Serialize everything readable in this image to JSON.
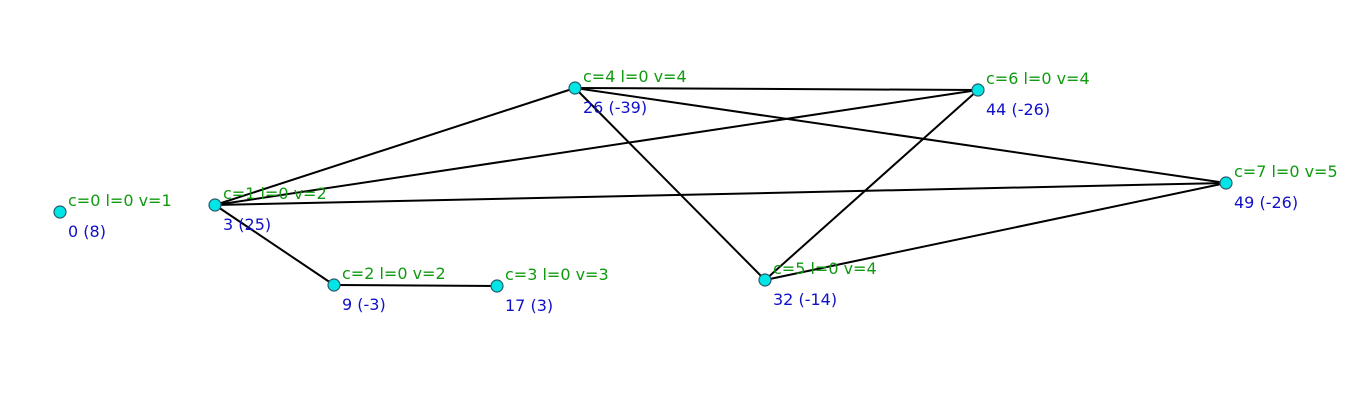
{
  "colors": {
    "background": "#ffffff",
    "edge": "#000000",
    "node_fill": "#00e5e5",
    "label_top": "#109a10",
    "label_bottom": "#1010c8"
  },
  "nodes": [
    {
      "id": 0,
      "top_label": "c=0 l=0 v=1",
      "bottom_label": "0 (8)"
    },
    {
      "id": 1,
      "top_label": "c=1 l=0 v=2",
      "bottom_label": "3 (25)"
    },
    {
      "id": 2,
      "top_label": "c=2 l=0 v=2",
      "bottom_label": "9 (-3)"
    },
    {
      "id": 3,
      "top_label": "c=3 l=0 v=3",
      "bottom_label": "17 (3)"
    },
    {
      "id": 4,
      "top_label": "c=4 l=0 v=4",
      "bottom_label": "26 (-39)"
    },
    {
      "id": 5,
      "top_label": "c=5 l=0 v=4",
      "bottom_label": "32 (-14)"
    },
    {
      "id": 6,
      "top_label": "c=6 l=0 v=4",
      "bottom_label": "44 (-26)"
    },
    {
      "id": 7,
      "top_label": "c=7 l=0 v=5",
      "bottom_label": "49 (-26)"
    }
  ],
  "edges": [
    [
      1,
      2
    ],
    [
      2,
      3
    ],
    [
      1,
      4
    ],
    [
      1,
      6
    ],
    [
      1,
      7
    ],
    [
      4,
      6
    ],
    [
      4,
      7
    ],
    [
      4,
      5
    ],
    [
      6,
      5
    ],
    [
      5,
      7
    ]
  ]
}
